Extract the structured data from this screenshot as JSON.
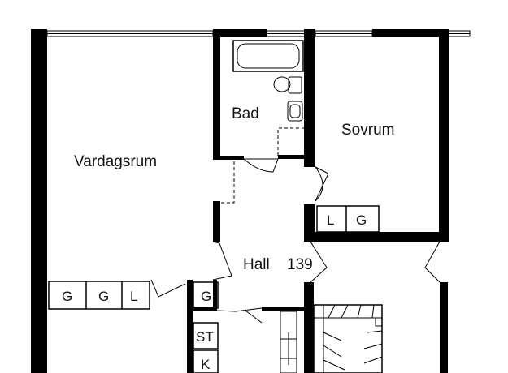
{
  "rooms": {
    "living": "Vardagsrum",
    "bath": "Bad",
    "bedroom": "Sovrum",
    "hall": "Hall",
    "area": "139"
  },
  "storage": {
    "bedroom_left": "L",
    "bedroom_right": "G",
    "living_1": "G",
    "living_2": "G",
    "living_3": "L",
    "hall_g": "G",
    "hall_st": "ST",
    "hall_k": "K"
  }
}
